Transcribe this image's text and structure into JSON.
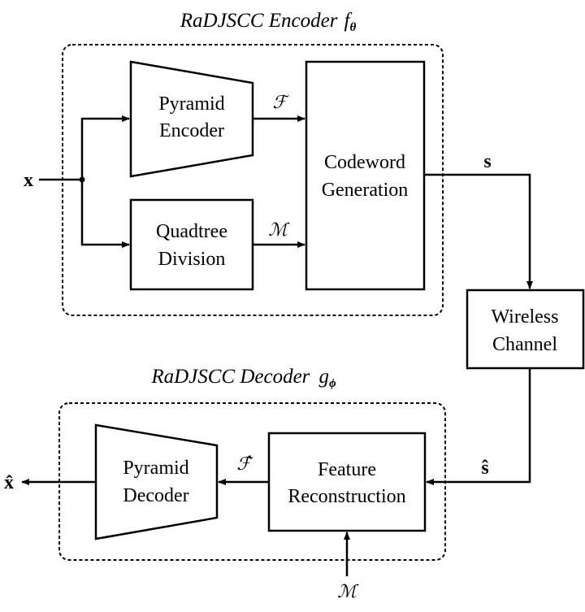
{
  "encoder": {
    "title": "RaDJSCC Encoder",
    "title_symbol": "f",
    "title_subscript": "θ",
    "pyramid_encoder": [
      "Pyramid",
      "Encoder"
    ],
    "quadtree_division": [
      "Quadtree",
      "Division"
    ],
    "codeword_generation": [
      "Codeword",
      "Generation"
    ],
    "feature_label": "ℱ",
    "mask_label": "ℳ",
    "input_label": "x"
  },
  "channel": {
    "label": [
      "Wireless",
      "Channel"
    ],
    "tx_label": "s",
    "rx_label": "ŝ"
  },
  "decoder": {
    "title": "RaDJSCC Decoder",
    "title_symbol": "g",
    "title_subscript": "ϕ",
    "pyramid_decoder": [
      "Pyramid",
      "Decoder"
    ],
    "feature_reconstruction": [
      "Feature",
      "Reconstruction"
    ],
    "feature_label": "ℱ̂",
    "mask_label": "ℳ",
    "output_label": "x̂"
  }
}
